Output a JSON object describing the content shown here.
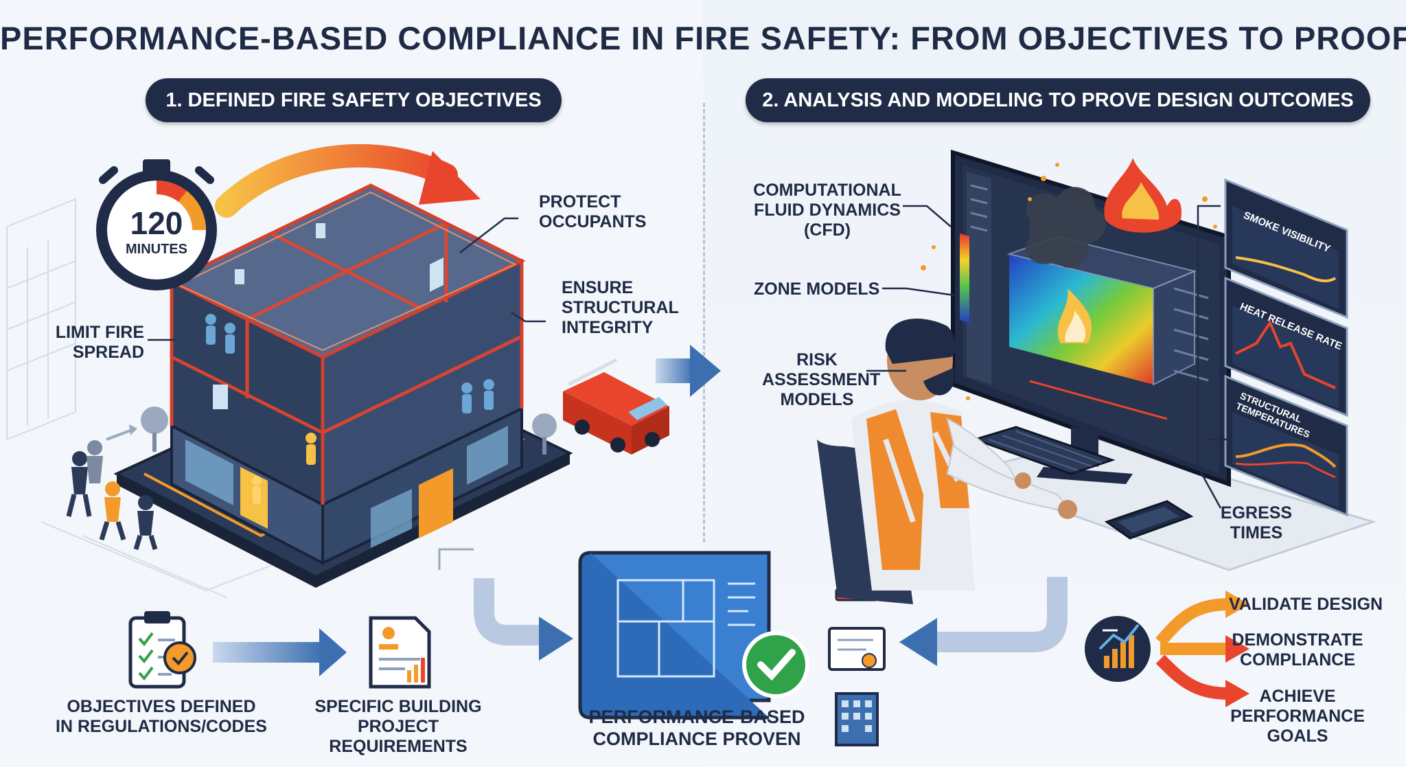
{
  "title": "PERFORMANCE-BASED COMPLIANCE IN FIRE SAFETY: FROM OBJECTIVES TO PROOF",
  "section1": {
    "heading": "1. DEFINED FIRE SAFETY OBJECTIVES",
    "timer_value": "120",
    "timer_unit": "MINUTES",
    "protect_occupants": "PROTECT\nOCCUPANTS",
    "ensure_structural": "ENSURE\nSTRUCTURAL\nINTEGRITY",
    "limit_fire_spread": "LIMIT FIRE\nSPREAD",
    "objectives_defined": "OBJECTIVES DEFINED\nIN REGULATIONS/CODES",
    "project_requirements": "SPECIFIC BUILDING\nPROJECT REQUIREMENTS"
  },
  "section2": {
    "heading": "2. ANALYSIS AND MODELING TO PROVE DESIGN OUTCOMES",
    "cfd": "COMPUTATIONAL\nFLUID DYNAMICS\n(CFD)",
    "zone_models": "ZONE MODELS",
    "risk_models": "RISK\nASSESSMENT\nMODELS",
    "egress_times": "EGRESS\nTIMES",
    "panel_smoke": "SMOKE VISIBILITY",
    "panel_heat": "HEAT RELEASE RATE",
    "panel_structural": "STRUCTURAL\nTEMPERATURES"
  },
  "bottom": {
    "proven": "PERFORMANCE-BASED\nCOMPLIANCE PROVEN",
    "validate": "VALIDATE DESIGN",
    "demonstrate": "DEMONSTRATE\nCOMPLIANCE",
    "achieve": "ACHIEVE\nPERFORMANCE\nGOALS"
  },
  "colors": {
    "navy": "#1f2b47",
    "fire_red": "#e8452c",
    "orange": "#f39a2b",
    "blue_arrow": "#3d6fb0",
    "green_check": "#2fa24a"
  },
  "icons": [
    "stopwatch-icon",
    "building-icon",
    "fire-truck-icon",
    "monitor-icon",
    "engineer-icon",
    "fire-icon",
    "clipboard-icon",
    "document-icon",
    "blueprint-icon",
    "check-icon",
    "stamp-icon",
    "certificate-icon",
    "office-building-icon",
    "growth-chart-icon"
  ]
}
